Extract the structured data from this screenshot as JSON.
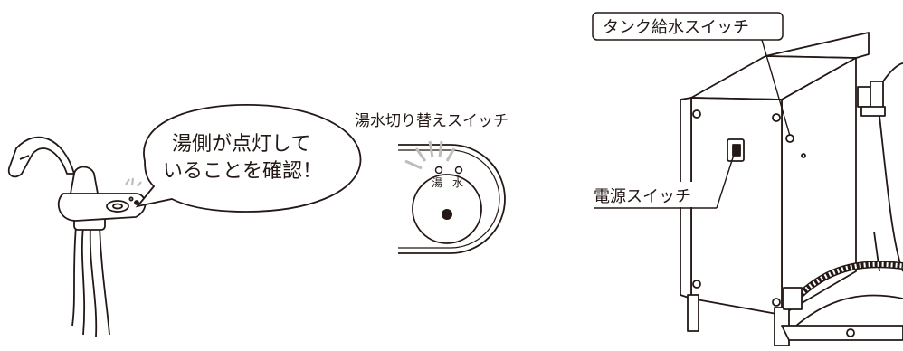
{
  "callout_bubble": {
    "line1": "湯側が点灯して",
    "line2": "いることを確認！"
  },
  "switch_panel": {
    "title": "湯水切り替えスイッチ",
    "hot_label": "湯",
    "cold_label": "水"
  },
  "tank_unit": {
    "tank_fill_switch_label": "タンク給水スイッチ",
    "power_switch_label": "電源スイッチ"
  },
  "colors": {
    "line": "#231815",
    "light_gray": "#bdbdbd",
    "fill_white": "#ffffff"
  }
}
